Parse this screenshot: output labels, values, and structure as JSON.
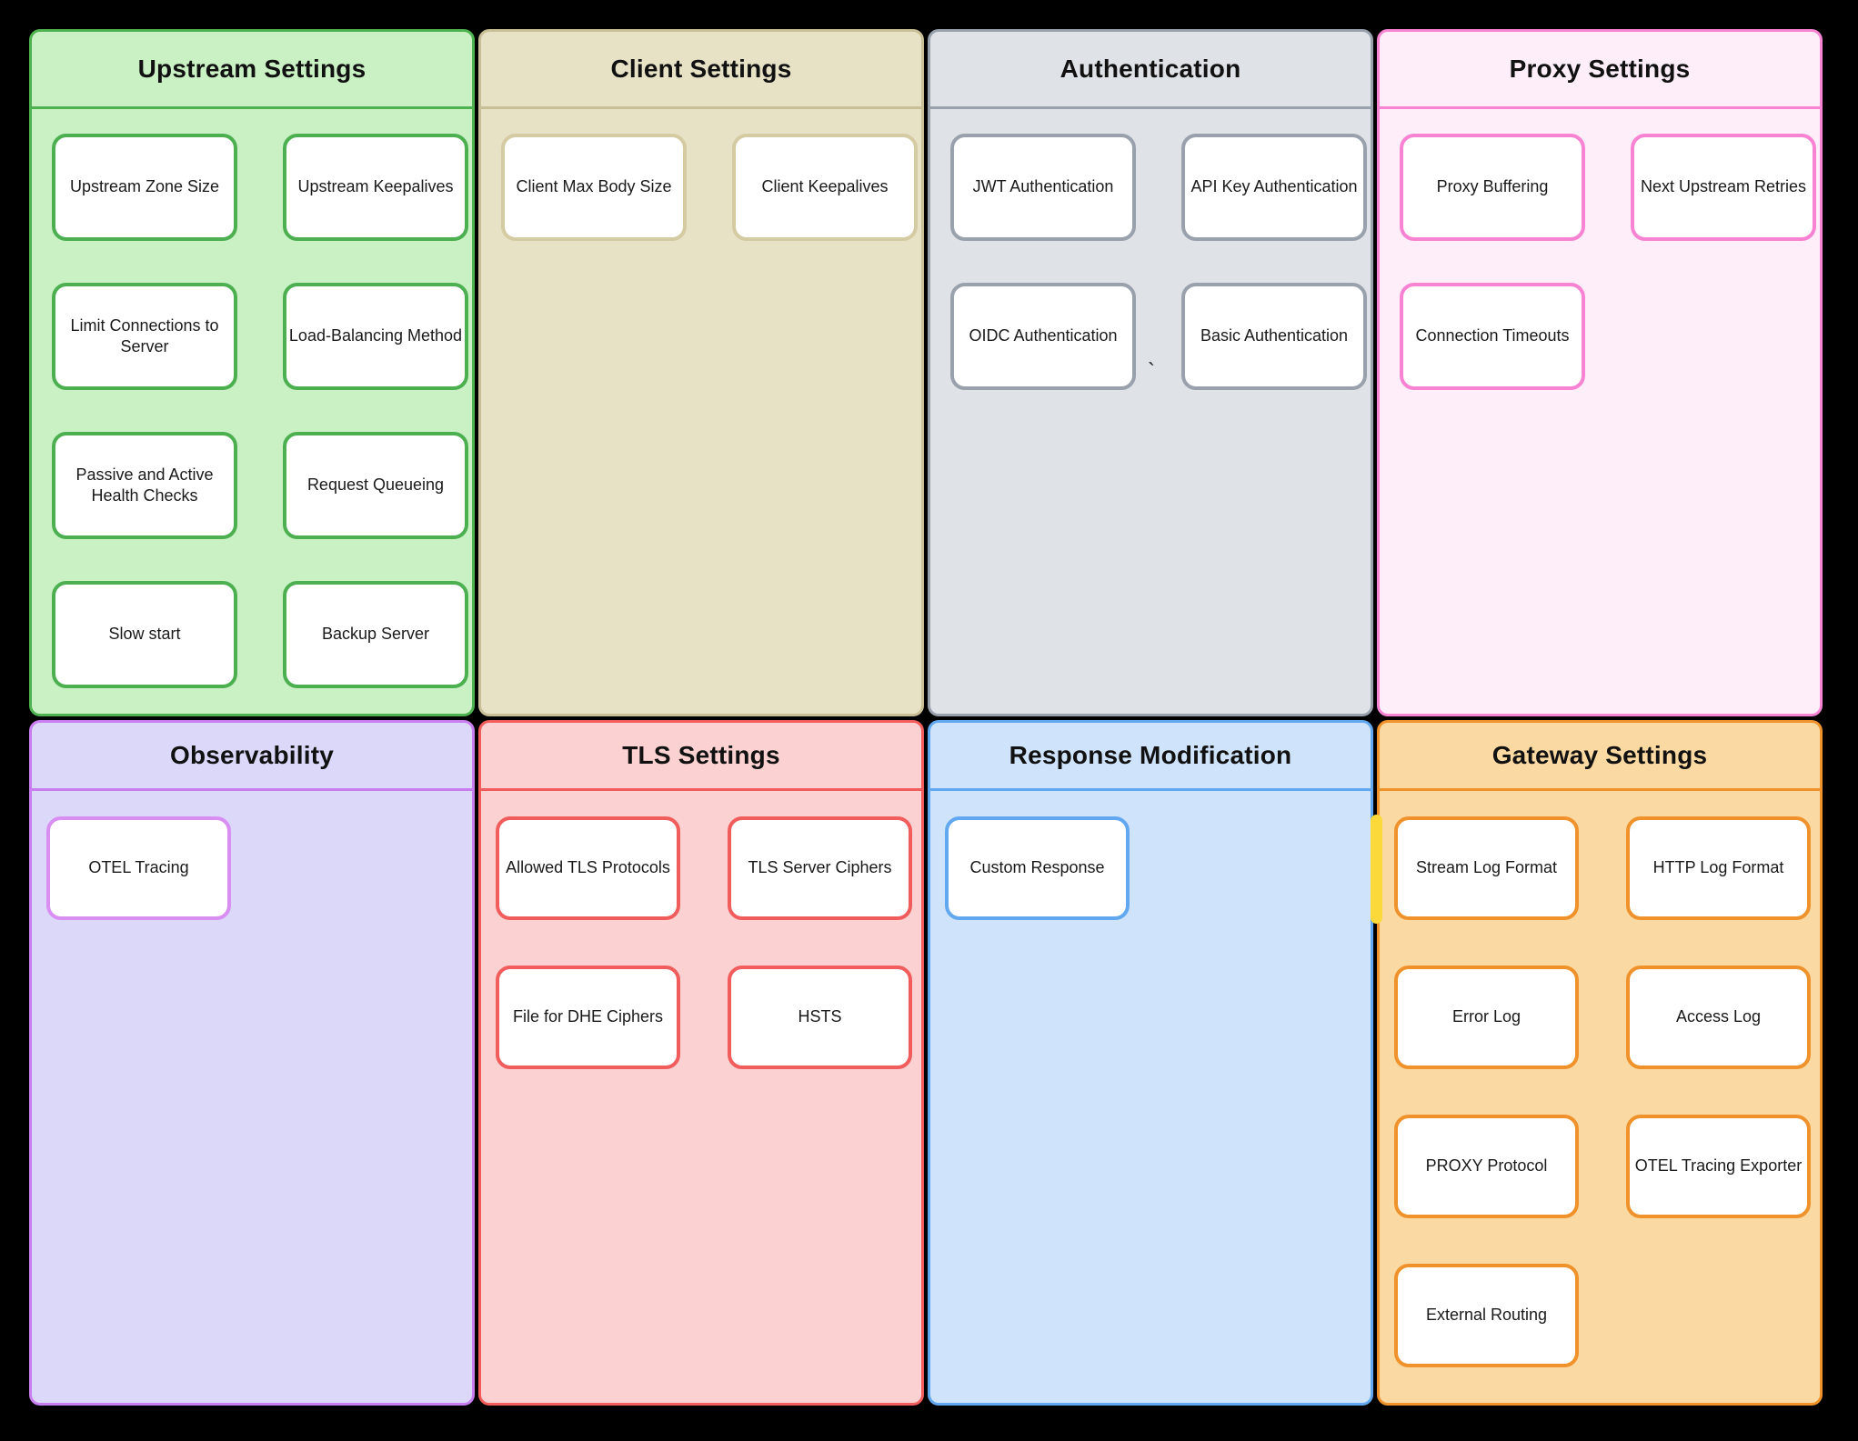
{
  "canvas": {
    "background": "#000000"
  },
  "panels": [
    {
      "id": "upstream-settings",
      "title": "Upstream Settings",
      "colors": {
        "bg": "#c9f1c4",
        "border": "#4fb251",
        "box_border": "#4caf50"
      },
      "rows": [
        [
          "Upstream Zone Size",
          "Upstream Keepalives"
        ],
        [
          "Limit Connections to Server",
          "Load-Balancing Method"
        ],
        [
          "Passive and Active Health Checks",
          "Request Queueing"
        ],
        [
          "Slow start",
          "Backup Server"
        ]
      ]
    },
    {
      "id": "client-settings",
      "title": "Client Settings",
      "colors": {
        "bg": "#e7e1c6",
        "border": "#c8bf96",
        "box_border": "#d5cba3"
      },
      "rows": [
        [
          "Client Max Body Size",
          "Client Keepalives"
        ]
      ]
    },
    {
      "id": "authentication",
      "title": "Authentication",
      "colors": {
        "bg": "#dfe2e7",
        "border": "#99a1ac",
        "box_border": "#99a1ac"
      },
      "rows": [
        [
          "JWT Authentication",
          "API Key Authentication"
        ],
        [
          "OIDC Authentication",
          "Basic Authentication"
        ]
      ],
      "stray_char": "`"
    },
    {
      "id": "proxy-settings",
      "title": "Proxy Settings",
      "colors": {
        "bg": "#fdeefa",
        "border": "#f783d2",
        "box_border": "#f783d2"
      },
      "rows": [
        [
          "Proxy Buffering",
          "Next Upstream Retries"
        ],
        [
          "Connection Timeouts",
          ""
        ]
      ]
    },
    {
      "id": "observability",
      "title": "Observability",
      "colors": {
        "bg": "#dcd8f9",
        "border": "#c97ef0",
        "box_border": "#d98ff2"
      },
      "rows": [
        [
          "OTEL Tracing",
          ""
        ]
      ]
    },
    {
      "id": "tls-settings",
      "title": "TLS Settings",
      "colors": {
        "bg": "#fcd1d1",
        "border": "#f15c5c",
        "box_border": "#f15c5c"
      },
      "rows": [
        [
          "Allowed TLS Protocols",
          "TLS Server Ciphers"
        ],
        [
          "File for DHE Ciphers",
          "HSTS"
        ]
      ]
    },
    {
      "id": "response-modification",
      "title": "Response Modification",
      "colors": {
        "bg": "#cfe3fa",
        "border": "#62a8f0",
        "box_border": "#62a8f0"
      },
      "rows": [
        [
          "Custom Response",
          ""
        ]
      ]
    },
    {
      "id": "gateway-settings",
      "title": "Gateway Settings",
      "colors": {
        "bg": "#fbd9a2",
        "border": "#f0922b",
        "box_border": "#f0922b"
      },
      "rows": [
        [
          "Stream Log Format",
          "HTTP Log Format"
        ],
        [
          "Error Log",
          "Access Log"
        ],
        [
          "PROXY Protocol",
          "OTEL Tracing Exporter"
        ],
        [
          "External Routing",
          ""
        ]
      ],
      "accent": {
        "color": "#fbd93a"
      }
    }
  ]
}
